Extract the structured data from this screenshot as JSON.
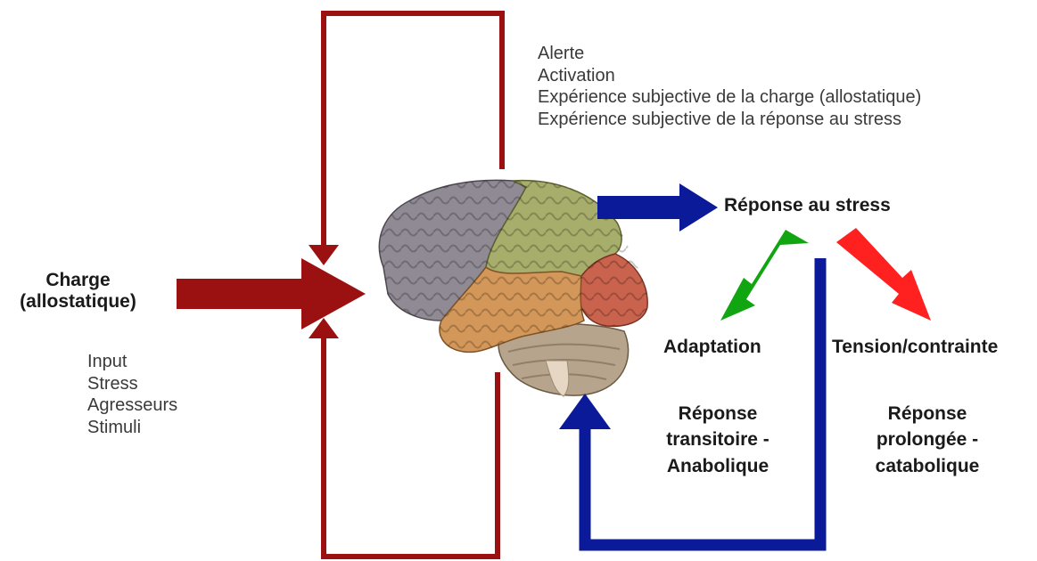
{
  "labels": {
    "charge_line1": "Charge",
    "charge_line2": "(allostatique)",
    "inputs": [
      "Input",
      "Stress",
      "Agresseurs",
      "Stimuli"
    ],
    "alerte": [
      "Alerte",
      "Activation",
      "Expérience subjective de la charge (allostatique)",
      "Expérience subjective de la réponse au stress"
    ],
    "reponse_stress": "Réponse au stress",
    "adaptation": "Adaptation",
    "tension": "Tension/contrainte",
    "transitoire": [
      "Réponse",
      "transitoire -",
      "Anabolique"
    ],
    "prolongee": [
      "Réponse",
      "prolongée -",
      "catabolique"
    ]
  },
  "colors": {
    "dark_red": "#9b1111",
    "blue": "#0a1a99",
    "green": "#12a512",
    "red": "#ff2020",
    "brain_frontal": "#8f8a93",
    "brain_parietal": "#a7ad6b",
    "brain_occipital": "#c9634d",
    "brain_temporal": "#d3975a",
    "brain_cerebellum": "#b7a48c"
  },
  "icons": {
    "brain": "brain-illustration"
  }
}
